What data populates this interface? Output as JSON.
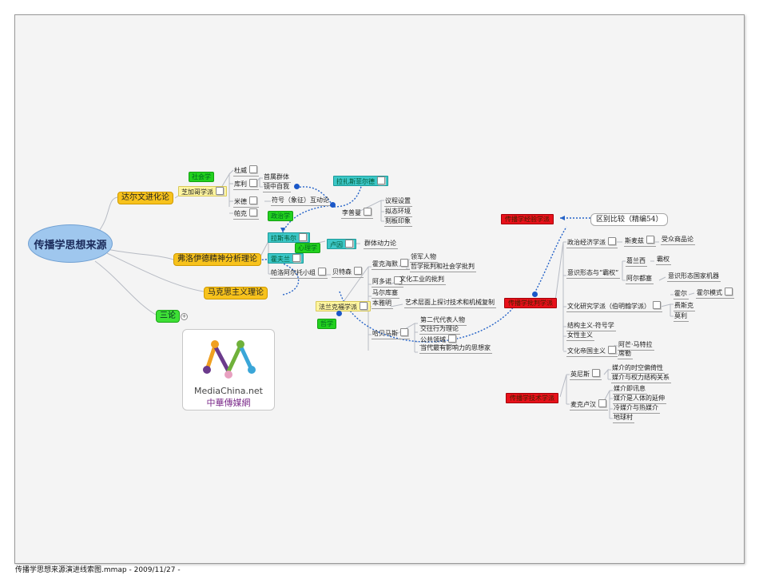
{
  "root": "传播学思想来源",
  "footer": "传播学思想来源演进线索图.mmap - 2009/11/27 -",
  "branches": {
    "darwin": "达尔文进化论",
    "freud": "弗洛伊德精神分析理论",
    "marx": "马克思主义理论",
    "three": "三论",
    "frankfurt": "法兰克福学派"
  },
  "tags": {
    "sociology": "社会学",
    "politics": "政治学",
    "psychology": "心理学",
    "philosophy": "哲学"
  },
  "chicago": {
    "label": "芝加哥学派",
    "items": [
      "杜威",
      "库利",
      "米德",
      "帕克"
    ],
    "cooley_sub": [
      "首属群体",
      "镜中自我"
    ],
    "mead_sub": "符号（象征）互动论",
    "lippmann": "李普曼",
    "lippmann_sub": [
      "议程设置",
      "拟态环境",
      "刻板印象"
    ]
  },
  "lazarsfeld": "拉扎斯菲尔德",
  "freud_items": {
    "lasswell": "拉斯韦尔",
    "hovland": "霍夫兰",
    "palo_alto": "帕洛阿尔托小组",
    "lewin": "卢因",
    "lewin_sub": "群体动力论",
    "bateson": "贝特森"
  },
  "frankfurt_items": {
    "horkheimer": "霍克海默",
    "horkheimer_sub": [
      "领军人物",
      "哲学批判和社会学批判"
    ],
    "adorno": "阿多诺",
    "adorno_sub": "文化工业的批判",
    "marcuse": "马尔库塞",
    "benjamin": "本雅明",
    "benjamin_sub": "艺术层面上探讨技术和机械复制",
    "habermas": "哈贝马斯",
    "habermas_sub": [
      "第二代代表人物",
      "交往行为理论",
      "公共领域",
      "当代最有影响力的思想家"
    ]
  },
  "critical": {
    "label": "传播学批判学派",
    "items": {
      "political_economy": "政治经济学派",
      "smythe": "斯麦兹",
      "smythe_sub": "受众商品论",
      "hegemony": "意识形态与“霸权”",
      "gramsci": "葛兰西",
      "gramsci_sub": "霸权",
      "althusser": "阿尔都塞",
      "althusser_sub": "意识形态国家机器",
      "cultural": "文化研究学派（伯明翰学派）",
      "hall": "霍尔",
      "hall_sub": "霍尔模式",
      "fiske": "费斯克",
      "morley": "莫利",
      "structuralism": "结构主义-符号学",
      "feminism": "女性主义",
      "imperialism": "文化帝国主义",
      "mattelart": "阿芒·马特拉",
      "schiller": "席勒"
    }
  },
  "empirical": "传播学经验学派",
  "compare": "区别比较（精编54）",
  "medium": {
    "label": "传播学技术学派",
    "innis": "英尼斯",
    "innis_sub": [
      "媒介的时空偏倚性",
      "媒介与权力结构关系"
    ],
    "mcluhan": "麦克卢汉",
    "mcluhan_sub": [
      "媒介即讯息",
      "媒介是人体的延伸",
      "冷媒介与热媒介",
      "地球村"
    ]
  },
  "logo": {
    "en": "MediaChina.net",
    "cn": "中華傳媒網",
    "colors": [
      "#f0a020",
      "#6fb13a",
      "#6b3a8c",
      "#e8a0c0",
      "#3aa6d8"
    ]
  }
}
